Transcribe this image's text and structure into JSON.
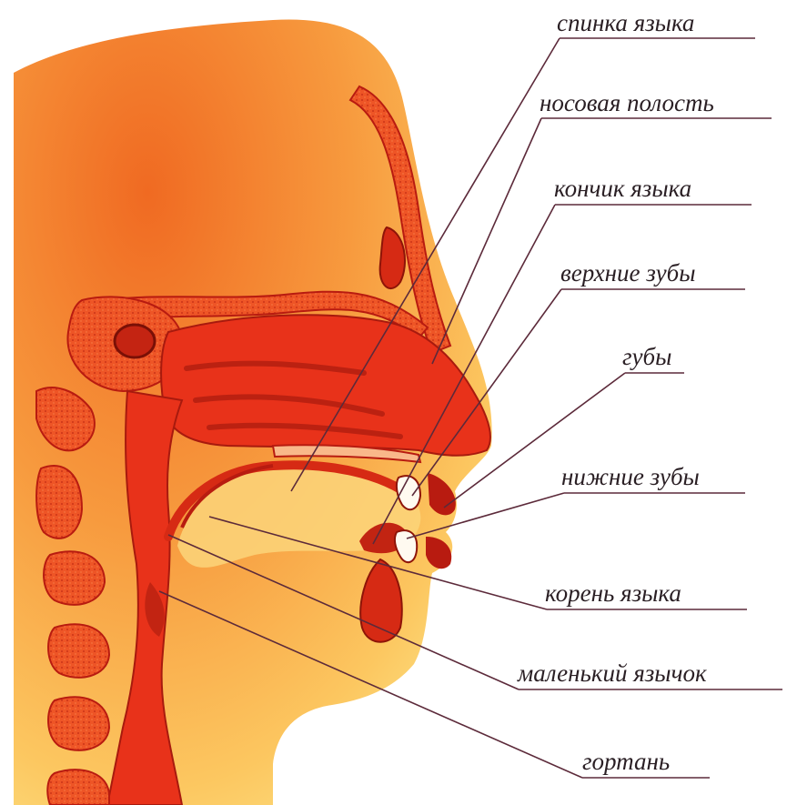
{
  "colors": {
    "skin_light": "#fde07a",
    "skin_mid": "#f8a44a",
    "skin_dark": "#f37a28",
    "tissue": "#e8321a",
    "tissue_dark": "#b81b10",
    "bone": "#ec4a22",
    "leader": "#5c2a3a",
    "label": "#2a1f24"
  },
  "labels": {
    "tongue_back": "спинка языка",
    "nasal_cavity": "носовая полость",
    "tongue_tip": "кончик языка",
    "upper_teeth": "верхние зубы",
    "lips": "губы",
    "lower_teeth": "нижние зубы",
    "tongue_root": "корень языка",
    "uvula": "маленький язычок",
    "larynx": "гортань"
  }
}
